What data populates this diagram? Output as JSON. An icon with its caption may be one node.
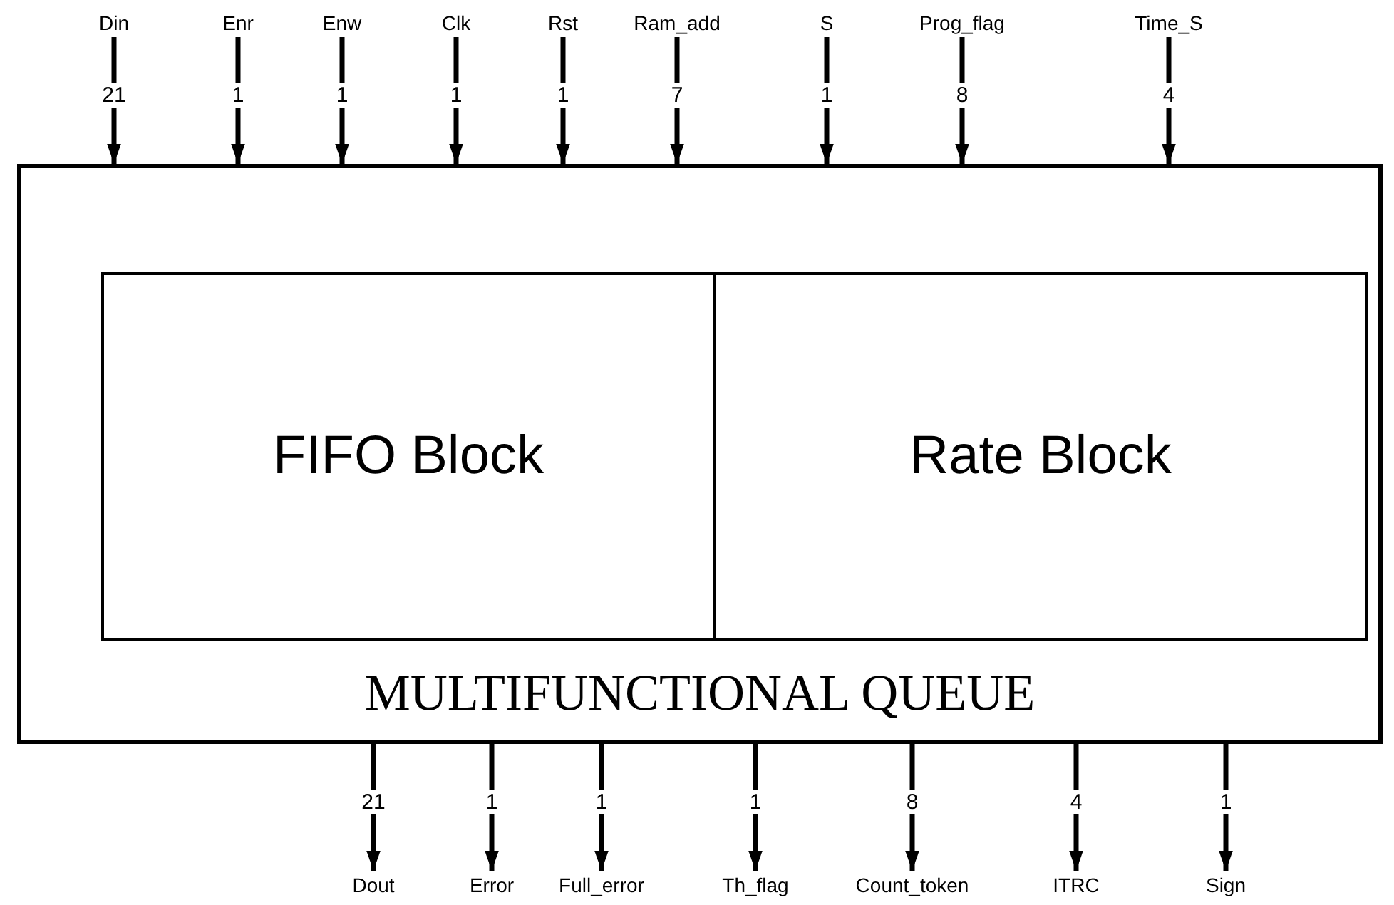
{
  "diagram": {
    "nodes": [
      {
        "text": [
          "MULTIFUNCTIONAL QUEUE"
        ]
      },
      {
        "text": [
          "FIFO Block"
        ],
        "in": 0
      },
      {
        "text": [
          "Rate Block"
        ],
        "in": 0
      },
      {
        "text": [
          "Din"
        ]
      },
      {
        "text": [
          "Enr"
        ]
      },
      {
        "text": [
          "Enw"
        ]
      },
      {
        "text": [
          "Clk"
        ]
      },
      {
        "text": [
          "Rst"
        ]
      },
      {
        "text": [
          "Ram_add"
        ]
      },
      {
        "text": [
          "S"
        ]
      },
      {
        "text": [
          "Prog_flag"
        ]
      },
      {
        "text": [
          "Time_S"
        ]
      },
      {
        "text": [
          "Dout"
        ]
      },
      {
        "text": [
          "Error"
        ]
      },
      {
        "text": [
          "Full_error"
        ]
      },
      {
        "text": [
          "Th_flag"
        ]
      },
      {
        "text": [
          "Count_token"
        ]
      },
      {
        "text": [
          "ITRC"
        ]
      },
      {
        "text": [
          "Sign"
        ]
      }
    ],
    "edges": [
      {
        "from": 3,
        "to": 0,
        "arrow": "to",
        "label": "21"
      },
      {
        "from": 4,
        "to": 0,
        "arrow": "to",
        "label": "1"
      },
      {
        "from": 5,
        "to": 0,
        "arrow": "to",
        "label": "1"
      },
      {
        "from": 6,
        "to": 0,
        "arrow": "to",
        "label": "1"
      },
      {
        "from": 7,
        "to": 0,
        "arrow": "to",
        "label": "1"
      },
      {
        "from": 8,
        "to": 0,
        "arrow": "to",
        "label": "7"
      },
      {
        "from": 9,
        "to": 0,
        "arrow": "to",
        "label": "1"
      },
      {
        "from": 10,
        "to": 0,
        "arrow": "to",
        "label": "8"
      },
      {
        "from": 11,
        "to": 0,
        "arrow": "to",
        "label": "4"
      },
      {
        "from": 0,
        "to": 12,
        "arrow": "to",
        "label": "21"
      },
      {
        "from": 0,
        "to": 13,
        "arrow": "to",
        "label": "1"
      },
      {
        "from": 0,
        "to": 14,
        "arrow": "to",
        "label": "1"
      },
      {
        "from": 0,
        "to": 15,
        "arrow": "to",
        "label": "1"
      },
      {
        "from": 0,
        "to": 16,
        "arrow": "to",
        "label": "8"
      },
      {
        "from": 0,
        "to": 17,
        "arrow": "to",
        "label": "4"
      },
      {
        "from": 0,
        "to": 18,
        "arrow": "to",
        "label": "1"
      }
    ]
  }
}
